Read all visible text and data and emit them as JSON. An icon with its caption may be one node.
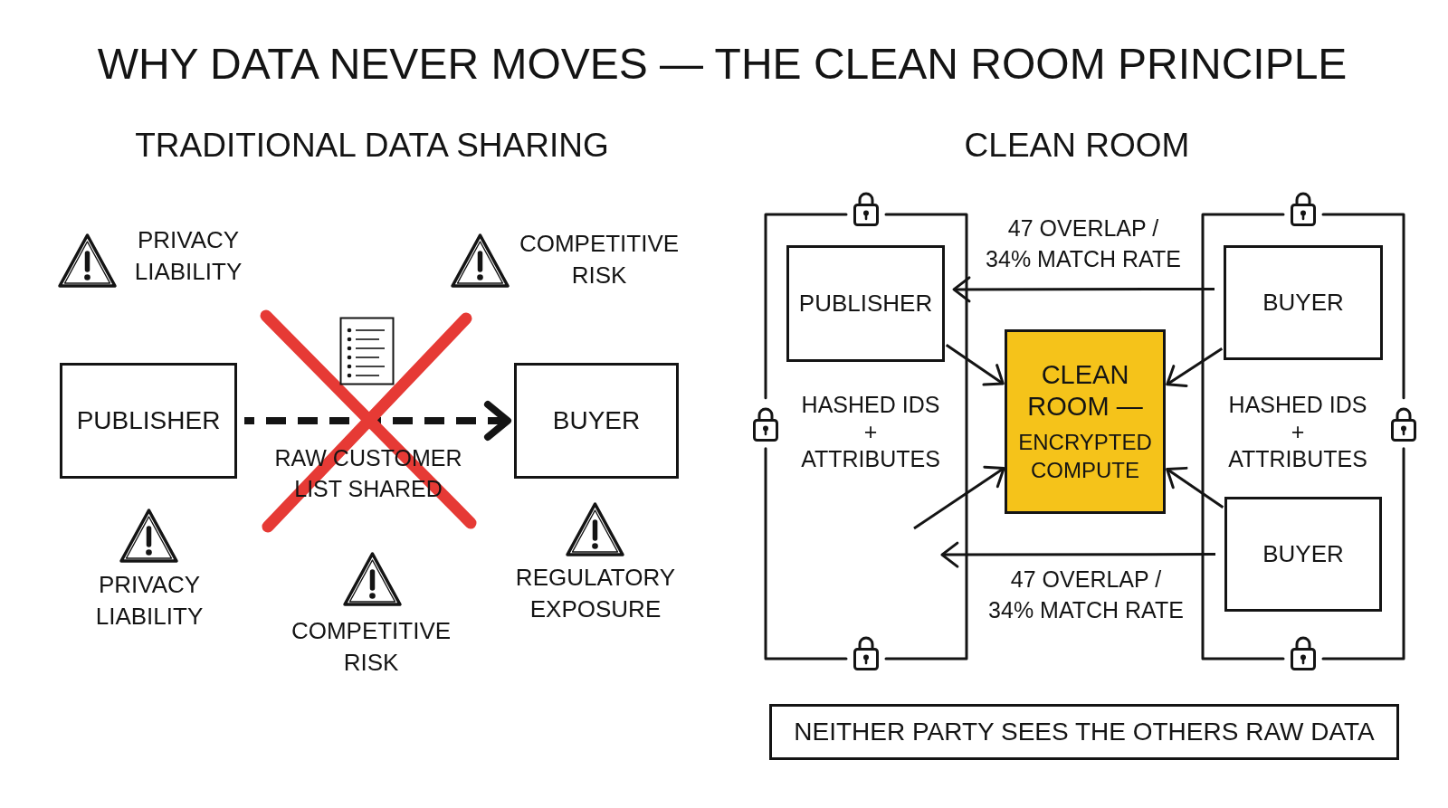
{
  "diagram": {
    "title": "WHY DATA NEVER MOVES — THE CLEAN ROOM PRINCIPLE",
    "nodes": [
      {
        "text": [
          "PUBLISHER"
        ]
      },
      {
        "text": [
          "BUYER"
        ]
      },
      {
        "text": [
          "HASHED IDS + ATTRIBUTES"
        ]
      },
      {
        "text": [
          "PUBLISHER"
        ],
        "in": 2
      },
      {
        "text": [
          "CLEAN ROOM —",
          "ENCRYPTED COMPUTE"
        ]
      },
      {
        "text": [
          "HASHED IDS + ATTRIBUTES"
        ]
      },
      {
        "text": [
          "BUYER"
        ],
        "in": 5
      },
      {
        "text": [
          "BUYER"
        ],
        "in": 5
      },
      {
        "text": [
          "NEITHER PARTY SEES THE OTHERS RAW DATA"
        ]
      }
    ],
    "edges": [
      {
        "from": 0,
        "to": 1,
        "arrow": "to",
        "style": "dashed",
        "label": "RAW CUSTOMER LIST SHARED"
      },
      {
        "from": 6,
        "to": 3,
        "arrow": "to",
        "label": "47 OVERLAP / 34% MATCH RATE"
      },
      {
        "from": 3,
        "to": 4,
        "arrow": "to"
      },
      {
        "from": 6,
        "to": 4,
        "arrow": "to"
      },
      {
        "from": null,
        "to": 4,
        "arrow": "to"
      },
      {
        "from": 7,
        "to": 4,
        "arrow": "to"
      },
      {
        "from": 7,
        "to": 2,
        "arrow": "to",
        "label": "47 OVERLAP / 34% MATCH RATE"
      }
    ],
    "labels": [
      "TRADITIONAL DATA SHARING",
      "CLEAN ROOM",
      "PRIVACY LIABILITY",
      "COMPETITIVE RISK",
      "PRIVACY LIABILITY",
      "COMPETITIVE RISK",
      "REGULATORY EXPOSURE"
    ]
  }
}
